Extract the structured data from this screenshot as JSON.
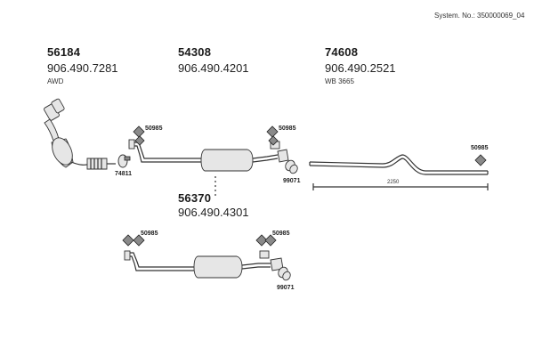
{
  "system_no": "System. No.: 350000069_04",
  "groups": [
    {
      "part": "56184",
      "ref": "906.490.7281",
      "note": "AWD"
    },
    {
      "part": "54308",
      "ref": "906.490.4201"
    },
    {
      "part": "74608",
      "ref": "906.490.2521",
      "note": "WB 3665"
    },
    {
      "part": "56370",
      "ref": "906.490.4301"
    }
  ],
  "callouts": {
    "hanger_a": "50985",
    "hanger_b": "50985",
    "hanger_c": "50985",
    "hanger_d": "50985",
    "hanger_e": "50985",
    "clamp_a": "74811",
    "clamp_b": "99071",
    "clamp_c": "99071"
  },
  "dimension": "2250"
}
